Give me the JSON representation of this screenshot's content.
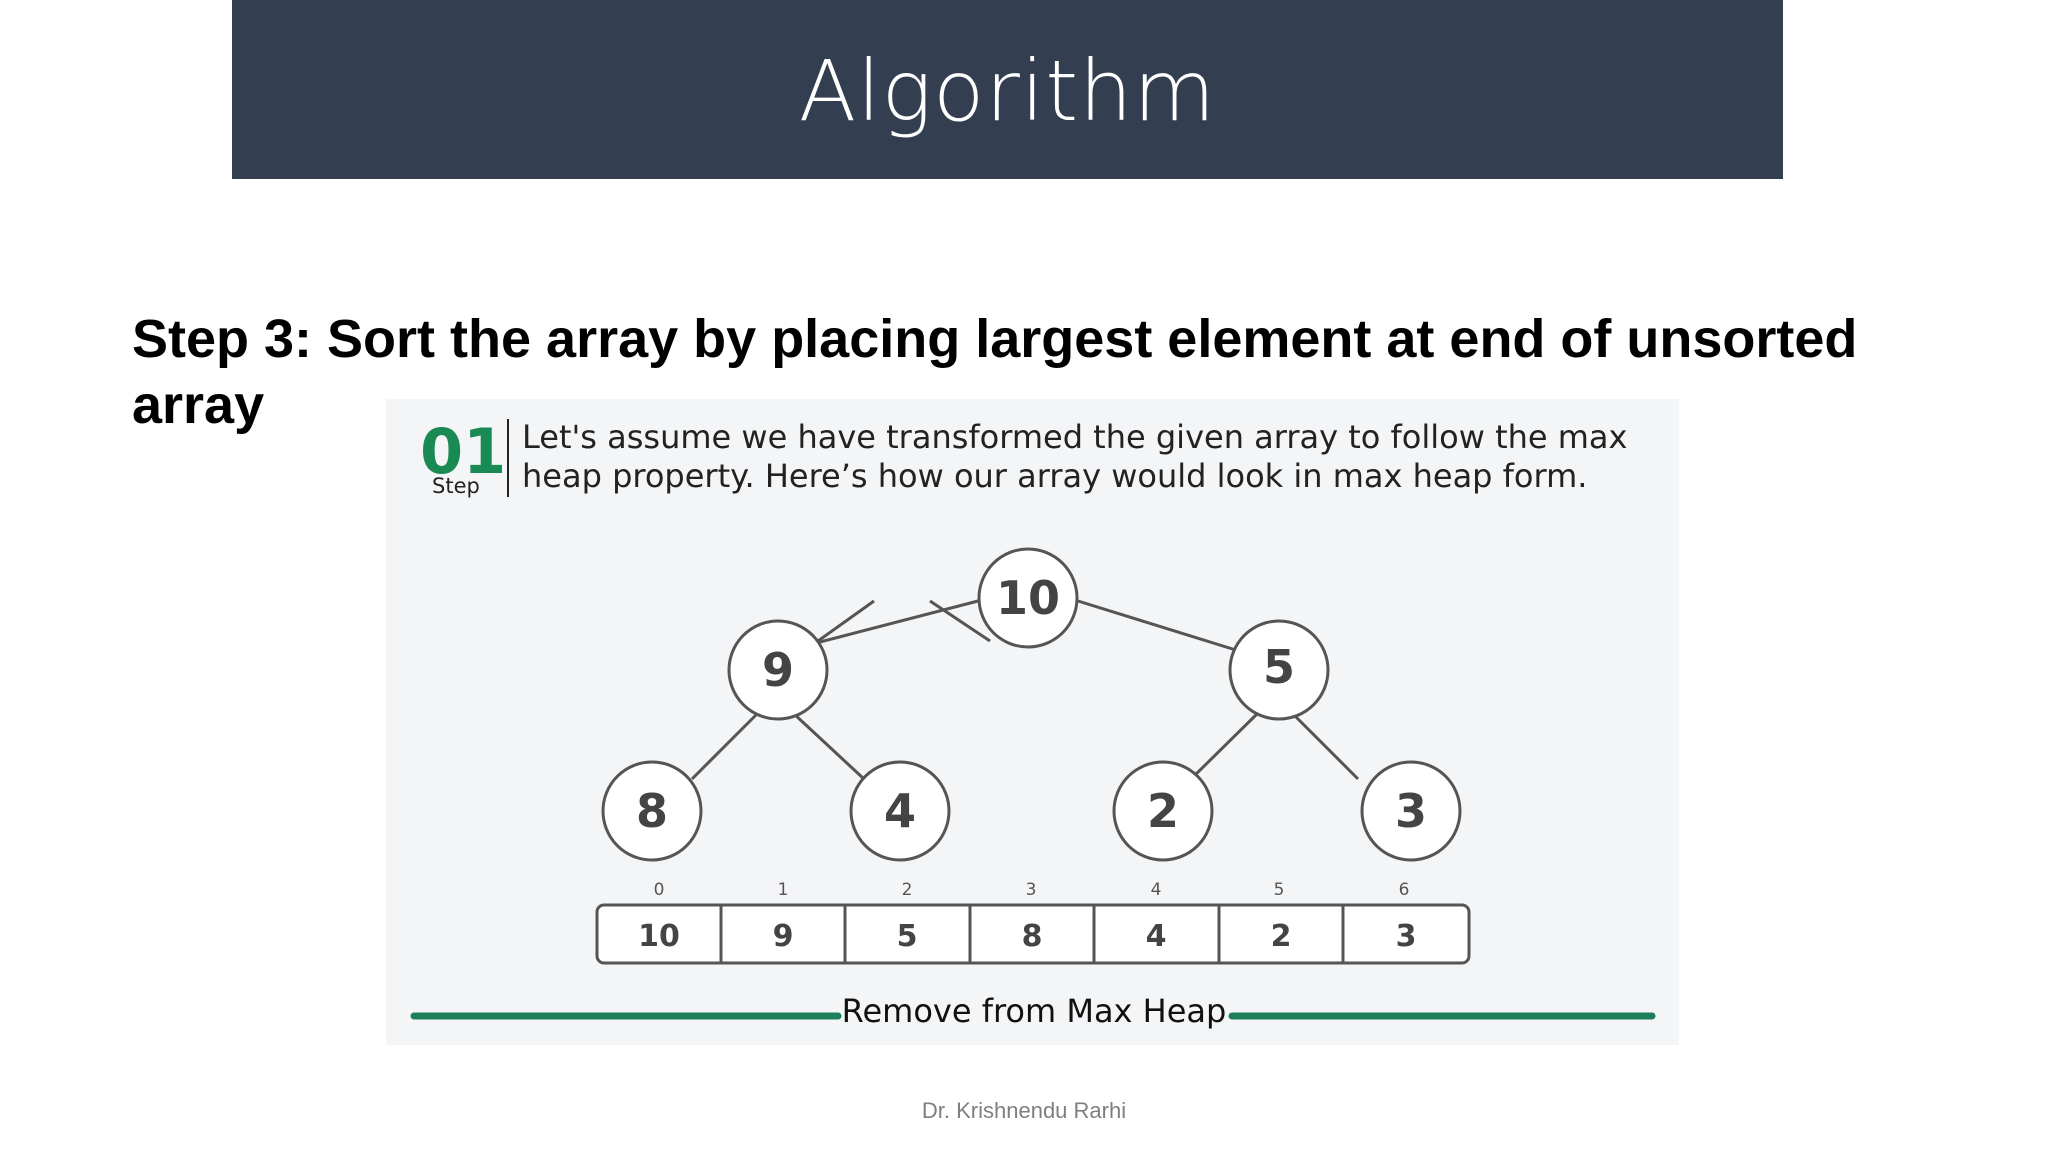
{
  "slide": {
    "title": "Algorithm",
    "heading": "Step 3: Sort the array by placing largest element at end of unsorted array",
    "footer": "Dr. Krishnendu Rarhi"
  },
  "figure": {
    "step_number": "01",
    "step_label": "Step",
    "description_line1": "Let's assume we have transformed the given array to follow the max",
    "description_line2": "heap property. Here’s how our array would look in max heap form.",
    "caption": "Remove from Max Heap",
    "colors": {
      "accent_green": "#1a8a55",
      "node_stroke": "#555555",
      "text_dark": "#444444",
      "bar_green": "#1b7f5a"
    },
    "tree_nodes": [
      "10",
      "9",
      "5",
      "8",
      "4",
      "2",
      "3"
    ],
    "array": {
      "indices": [
        "0",
        "1",
        "2",
        "3",
        "4",
        "5",
        "6"
      ],
      "values": [
        "10",
        "9",
        "5",
        "8",
        "4",
        "2",
        "3"
      ]
    }
  }
}
